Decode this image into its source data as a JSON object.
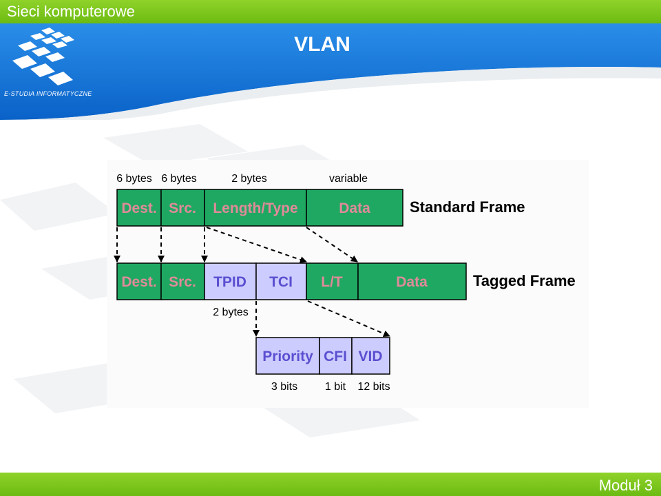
{
  "header": {
    "course": "Sieci komputerowe"
  },
  "title": "VLAN",
  "logo": {
    "text": "E-STUDIA INFORMATYCZNE"
  },
  "footer": {
    "module": "Moduł 3"
  },
  "diagram": {
    "standard": {
      "label": "Standard Frame",
      "sizes": [
        "6 bytes",
        "6 bytes",
        "2 bytes",
        "variable"
      ],
      "fields": [
        "Dest.",
        "Src.",
        "Length/Type",
        "Data"
      ]
    },
    "tagged": {
      "label": "Tagged Frame",
      "fields": [
        "Dest.",
        "Src.",
        "TPID",
        "TCI",
        "L/T",
        "Data"
      ],
      "tci_size": "2 bytes"
    },
    "tci": {
      "fields": [
        "Priority",
        "CFI",
        "VID"
      ],
      "sizes": [
        "3 bits",
        "1 bit",
        "12 bits"
      ]
    },
    "colors": {
      "green": "#1fa862",
      "lavender": "#ccccff",
      "pink_text": "#e08a9a",
      "purple_text": "#5a4fd0"
    }
  }
}
